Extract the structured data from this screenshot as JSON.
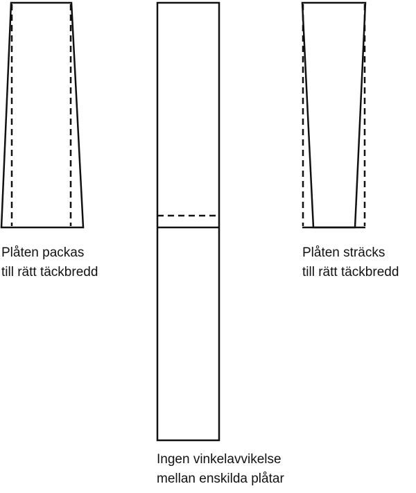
{
  "colors": {
    "line": "#111111",
    "background": "#ffffff"
  },
  "panels": {
    "left": {
      "caption_line1": "Plåten packas",
      "caption_line2": "till rätt täckbredd"
    },
    "center": {
      "caption_line1": "Ingen vinkelavvikelse",
      "caption_line2": "mellan enskilda plåtar"
    },
    "right": {
      "caption_line1": "Plåten sträcks",
      "caption_line2": "till rätt täckbredd"
    }
  }
}
